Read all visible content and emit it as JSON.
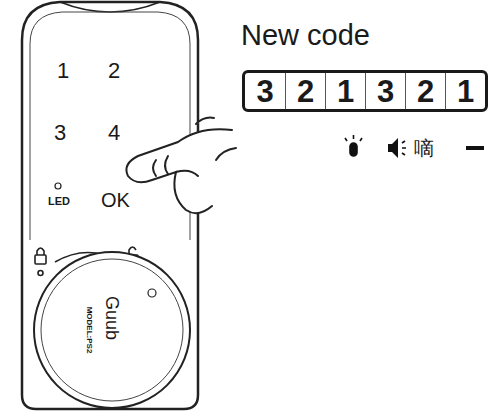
{
  "diagram": {
    "nodes": [
      {
        "text": [
          "New code"
        ]
      },
      {
        "text": [
          "3"
        ],
        "in": 0
      },
      {
        "text": [
          "2"
        ],
        "in": 0
      },
      {
        "text": [
          "1"
        ],
        "in": 0
      },
      {
        "text": [
          "3"
        ],
        "in": 0
      },
      {
        "text": [
          "2"
        ],
        "in": 0
      },
      {
        "text": [
          "1"
        ],
        "in": 0
      }
    ],
    "labels": [
      "1",
      "2",
      "3",
      "4",
      "LED",
      "OK",
      "Guub",
      "MODEL:PS2",
      "嘀"
    ]
  }
}
